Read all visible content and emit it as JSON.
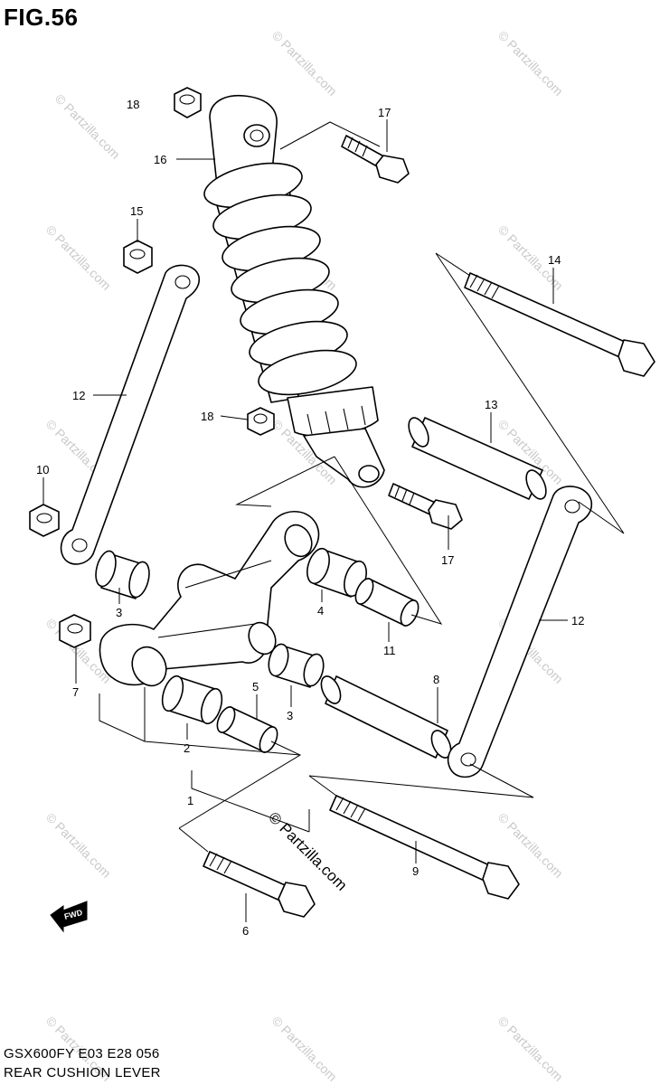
{
  "figure_title": "FIG.56",
  "footer": {
    "model_line": "GSX600FY E03 E28  056",
    "section_name": "REAR CUSHION LEVER"
  },
  "watermark": {
    "repeated": "© Partzilla.com",
    "main": "© Partzilla.com"
  },
  "callouts": {
    "c1": "1",
    "c2": "2",
    "c3a": "3",
    "c3b": "3",
    "c4": "4",
    "c5": "5",
    "c6": "6",
    "c7": "7",
    "c8": "8",
    "c9": "9",
    "c10": "10",
    "c11": "11",
    "c12a": "12",
    "c12b": "12",
    "c13": "13",
    "c14": "14",
    "c15": "15",
    "c16": "16",
    "c17a": "17",
    "c17b": "17",
    "c18a": "18",
    "c18b": "18"
  },
  "front_arrow_label": "FWD"
}
